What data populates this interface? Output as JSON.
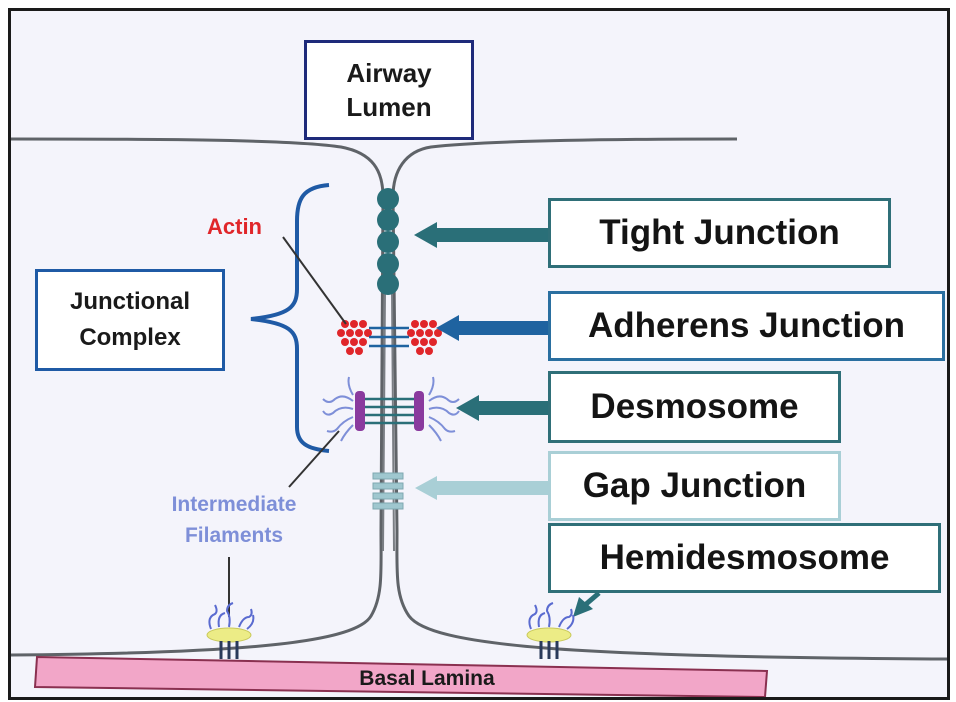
{
  "labels": {
    "airway_lumen": [
      "Airway",
      "Lumen"
    ],
    "junctional_complex": [
      "Junctional",
      "Complex"
    ],
    "actin": "Actin",
    "intermediate_filaments": [
      "Intermediate",
      "Filaments"
    ],
    "basal_lamina": "Basal Lamina"
  },
  "junctions": {
    "tight": "Tight Junction",
    "adherens": "Adherens Junction",
    "desmosome": "Desmosome",
    "gap": "Gap Junction",
    "hemidesmosome": "Hemidesmosome"
  },
  "colors": {
    "background": "#f4f4fb",
    "membrane": "#5f6368",
    "tight_junction": "#2a6f78",
    "actin": "#e0262a",
    "adherens_arrow": "#1f63a0",
    "desmosome_plaque": "#8a3a9e",
    "intermediate_filaments": "#7e8fd8",
    "gap_junction": "#9fc7cf",
    "hemidesmosome_plaque": "#ecec86",
    "basal_lamina": "#f2a6c8"
  }
}
